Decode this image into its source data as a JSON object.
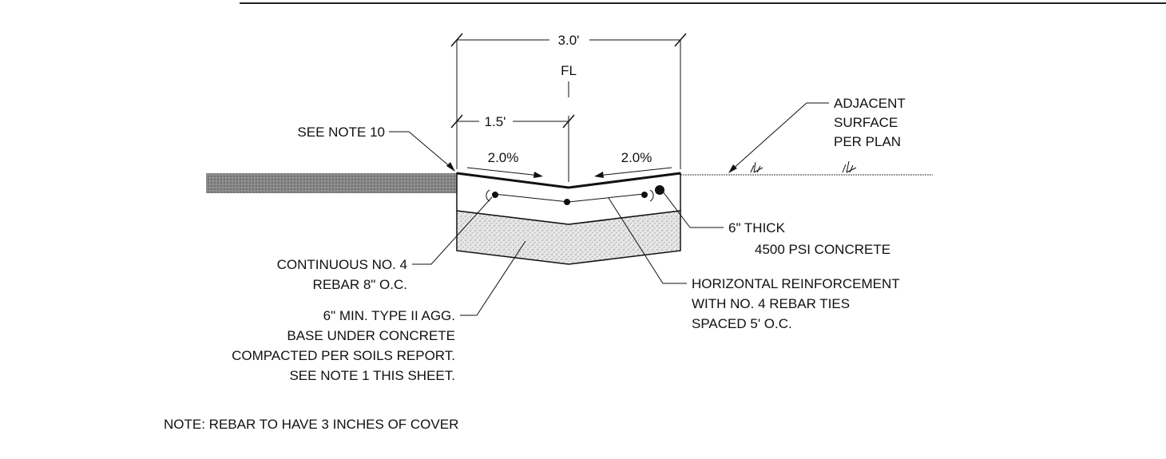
{
  "dimensions": {
    "overall_width": "3.0'",
    "half_width": "1.5'",
    "flowline": "FL"
  },
  "slopes": {
    "left": "2.0%",
    "right": "2.0%"
  },
  "callouts": {
    "see_note": "SEE NOTE 10",
    "adjacent_surface": [
      "ADJACENT",
      "SURFACE",
      "PER PLAN"
    ],
    "concrete": [
      "6\" THICK",
      "4500 PSI CONCRETE"
    ],
    "rebar": [
      "CONTINUOUS  NO. 4",
      "REBAR 8\" O.C."
    ],
    "horizontal_reinforcement": [
      "HORIZONTAL  REINFORCEMENT",
      "WITH NO.  4 REBAR TIES",
      "SPACED 5' O.C."
    ],
    "base": [
      "6\" MIN. TYPE II  AGG.",
      "BASE  UNDER CONCRETE",
      "COMPACTED PER SOILS REPORT.",
      "SEE NOTE 1 THIS SHEET."
    ]
  },
  "note": "NOTE: REBAR TO HAVE 3 INCHES OF COVER"
}
